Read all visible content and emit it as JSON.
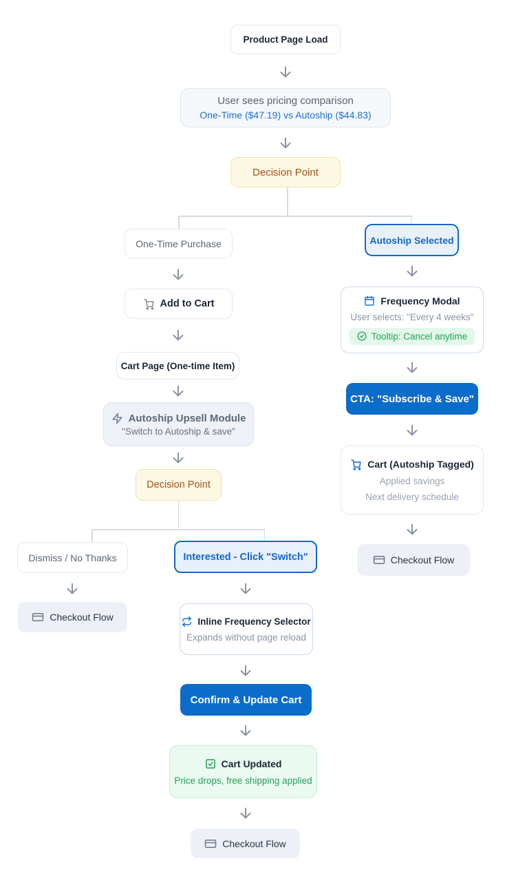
{
  "diagram": {
    "type": "flowchart",
    "topic": "Autoship vs One-Time purchase funnel"
  },
  "colors": {
    "accent_blue": "#0c6cca",
    "light_blue_fill": "#e8f0fb",
    "decision_bg": "#fdf8e4",
    "decision_text": "#a4521c",
    "green_text": "#28a15c",
    "green_fill": "#eafaf0",
    "gray_fill": "#edf1f7",
    "arrow_gray": "#8a93a1"
  },
  "nodes": {
    "product_page_load": {
      "label": "Product Page Load"
    },
    "pricing_comparison": {
      "title": "User sees pricing comparison",
      "subtitle": "One-Time ($47.19) vs Autoship ($44.83)"
    },
    "decision_point_1": {
      "label": "Decision Point"
    },
    "one_time_purchase": {
      "label": "One-Time Purchase"
    },
    "add_to_cart": {
      "label": "Add to Cart",
      "icon": "shopping-cart-icon"
    },
    "cart_page": {
      "label": "Cart Page (One-time Item)"
    },
    "upsell_module": {
      "title": "Autoship Upsell Module",
      "subtitle": "\"Switch to Autoship & save\"",
      "icon": "zap-icon"
    },
    "decision_point_2": {
      "label": "Decision Point"
    },
    "dismiss": {
      "label": "Dismiss / No Thanks"
    },
    "checkout_left": {
      "label": "Checkout Flow",
      "icon": "credit-card-icon"
    },
    "interested": {
      "label": "Interested - Click \"Switch\""
    },
    "inline_frequency_selector": {
      "title": "Inline Frequency Selector",
      "subtitle": "Expands without page reload",
      "icon": "repeat-icon"
    },
    "confirm_update_cart": {
      "label": "Confirm & Update Cart"
    },
    "cart_updated": {
      "title": "Cart Updated",
      "subtitle": "Price drops, free shipping applied",
      "icon": "check-square-icon"
    },
    "checkout_bottom": {
      "label": "Checkout Flow",
      "icon": "credit-card-icon"
    },
    "autoship_selected": {
      "label": "Autoship Selected"
    },
    "frequency_modal": {
      "title": "Frequency Modal",
      "subtitle": "User selects: \"Every 4 weeks\"",
      "tooltip": "Tooltip: Cancel anytime",
      "icon": "calendar-icon"
    },
    "cta_subscribe": {
      "label": "CTA: \"Subscribe & Save\""
    },
    "cart_autoship": {
      "title": "Cart (Autoship Tagged)",
      "line1": "Applied savings",
      "line2": "Next delivery schedule",
      "icon": "shopping-cart-icon"
    },
    "checkout_right": {
      "label": "Checkout Flow",
      "icon": "credit-card-icon"
    }
  }
}
